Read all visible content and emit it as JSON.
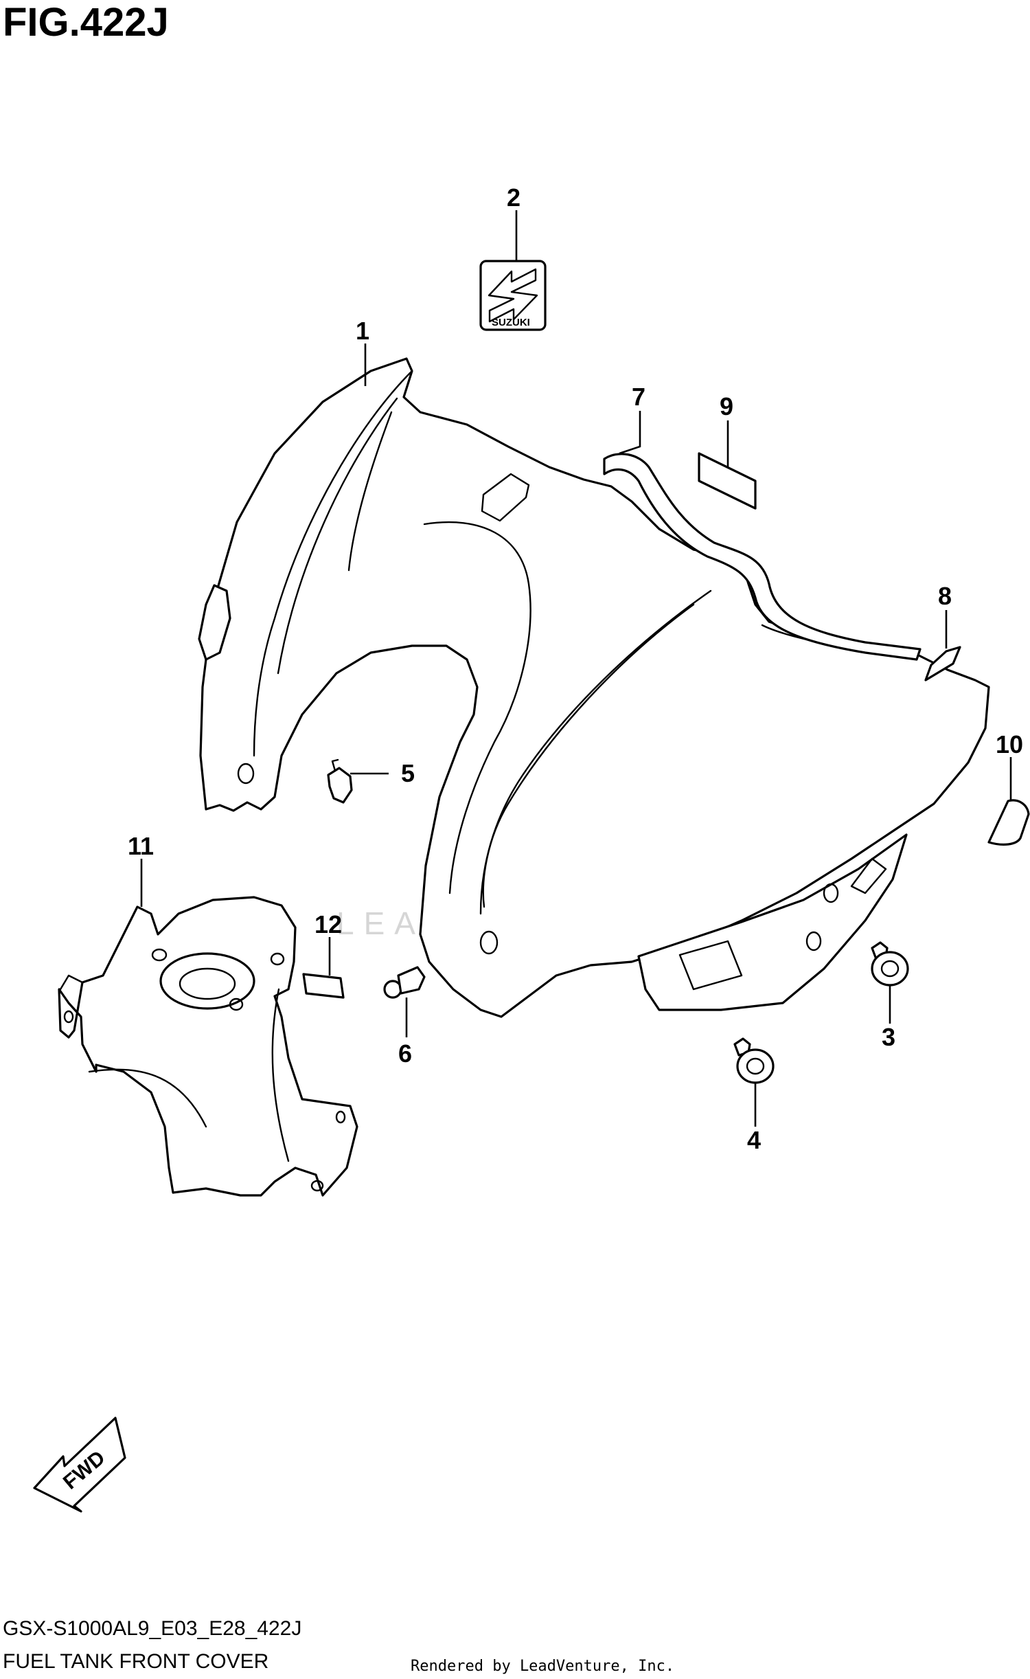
{
  "figure_title": "FIG.422J",
  "model_code": "GSX-S1000AL9_E03_E28_422J",
  "section_name": "FUEL TANK FRONT COVER",
  "credit": "Rendered by LeadVenture, Inc.",
  "watermark": "LEADVENTURE",
  "fwd_label": "FWD",
  "emblem_text": "SUZUKI",
  "callouts": {
    "c1": "1",
    "c2": "2",
    "c3": "3",
    "c4": "4",
    "c5": "5",
    "c6": "6",
    "c7": "7",
    "c8": "8",
    "c9": "9",
    "c10": "10",
    "c11": "11",
    "c12": "12"
  }
}
